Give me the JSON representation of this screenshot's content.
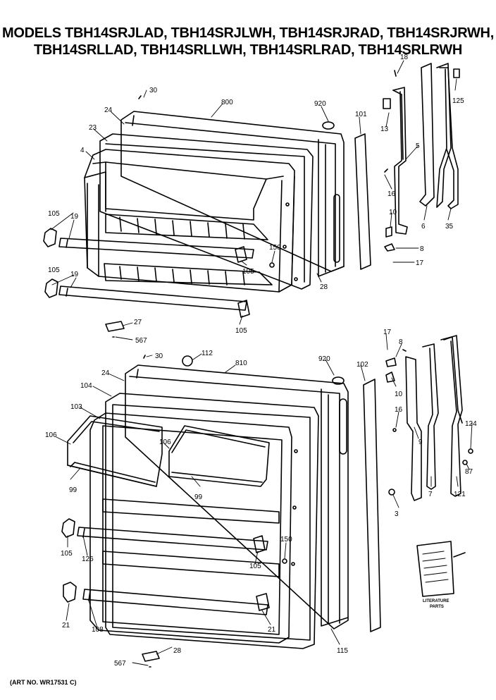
{
  "header": {
    "line1": "MODELS TBH14SRJLAD, TBH14SRJLWH, TBH14SRJRAD, TBH14SRJRWH,",
    "line2": "TBH14SRLLAD, TBH14SRLLWH, TBH14SRLRAD, TBH14SRLRWH"
  },
  "callouts": {
    "c30a": "30",
    "c800": "800",
    "c920a": "920",
    "c24a": "24",
    "c23": "23",
    "c4": "4",
    "c101": "101",
    "c18": "18",
    "c13": "13",
    "c125": "125",
    "c5": "5",
    "c16a": "16",
    "c10a": "10",
    "c8a": "8",
    "c17a": "17",
    "c6": "6",
    "c35": "35",
    "c105a": "105",
    "c19a": "19",
    "c150a": "150",
    "c105b": "105",
    "c105c": "105",
    "c19b": "19",
    "c28a": "28",
    "c105d": "105",
    "c27": "27",
    "c567a": "567",
    "c30b": "30",
    "c112": "112",
    "c810": "810",
    "c920b": "920",
    "c24b": "24",
    "c104": "104",
    "c103": "103",
    "c106a": "106",
    "c106b": "106",
    "c99a": "99",
    "c99b": "99",
    "c102": "102",
    "c17b": "17",
    "c8b": "8",
    "c10b": "10",
    "c16b": "16",
    "c9": "9",
    "c3": "3",
    "c7": "7",
    "c121": "121",
    "c124": "124",
    "c87": "87",
    "c105e": "105",
    "c126": "126",
    "c150b": "150",
    "c105f": "105",
    "c21a": "21",
    "c108": "108",
    "c21b": "21",
    "c115": "115",
    "c28b": "28",
    "c567b": "567"
  },
  "literature": {
    "line1": "LITERATURE",
    "line2": "PARTS"
  },
  "footer": {
    "art_no": "(ART NO. WR17531 C)"
  }
}
